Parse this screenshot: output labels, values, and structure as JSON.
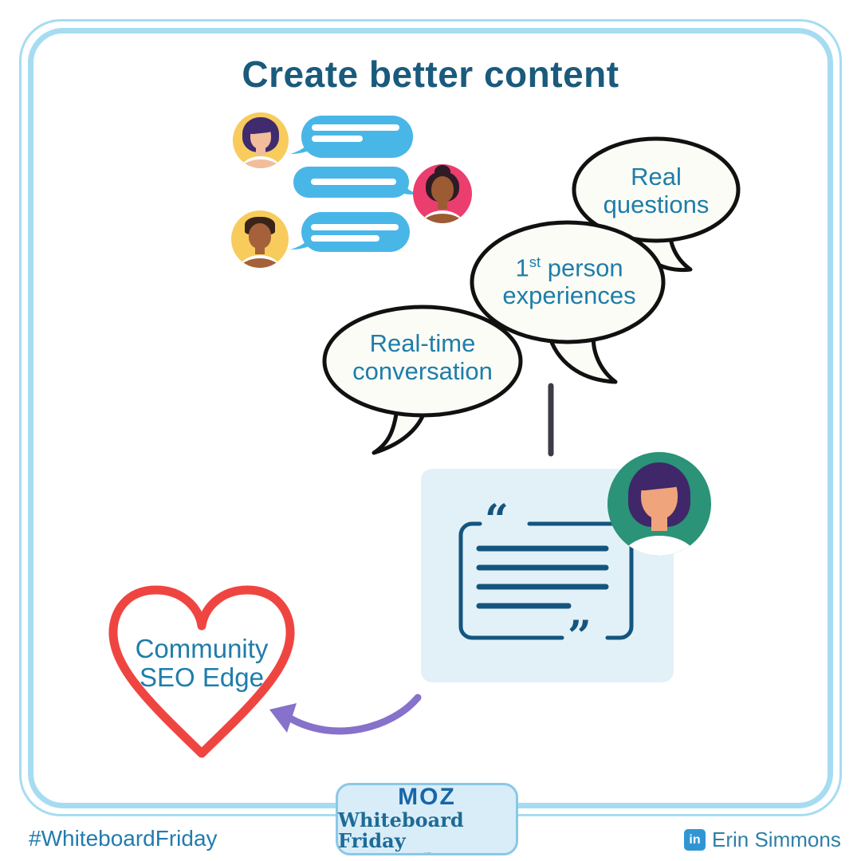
{
  "title": "Create better content",
  "speech_bubbles": {
    "real_questions": {
      "line1": "Real",
      "line2": "questions"
    },
    "first_person": {
      "num": "1",
      "sup": "st",
      "rest": " person",
      "line2": "experiences"
    },
    "real_time": {
      "line1": "Real-time",
      "line2": "conversation"
    }
  },
  "heart": {
    "line1": "Community",
    "line2": "SEO Edge"
  },
  "quote_card": {
    "open_quote": "“",
    "close_quote": "”"
  },
  "badge": {
    "brand": "MOZ",
    "series": "Whiteboard Friday"
  },
  "footer": {
    "hashtag": "#WhiteboardFriday",
    "linkedin_monogram": "in",
    "author": "Erin Simmons"
  },
  "colors": {
    "frame_blue": "#A6DCF2",
    "title_teal": "#1A5A7C",
    "text_teal": "#1E7DAA",
    "chat_bubble_blue": "#49B6E8",
    "avatar_yellow": "#F8CB5D",
    "avatar_pink": "#EC3D6F",
    "avatar_teal": "#2B9377",
    "heart_red": "#EF4541",
    "arrow_purple": "#8671CB",
    "quote_ink": "#14557F",
    "card_bg": "#E2F1F8",
    "moz_blue": "#1766A9",
    "linkedin_blue": "#3096D3"
  }
}
